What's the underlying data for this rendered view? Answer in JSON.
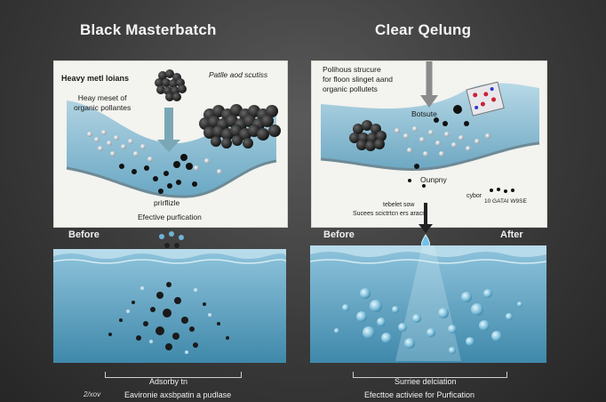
{
  "left": {
    "title": "Black Masterbatch",
    "labels": {
      "heavy_metal": "Heavy metl loians",
      "particle": "Patlle aod scutiss",
      "organic": "Heay meset of\norganic pollantes",
      "pri": "prirflizle",
      "effective": "Efective purfication"
    },
    "before": "Before",
    "caption1": "Adsorby tn",
    "caption2": "Eavironie axsbpatin a pudlase",
    "corner_mark": "2/xov"
  },
  "right": {
    "title": "Clear Qelung",
    "labels": {
      "porous": "Polihous strucure\nfor floon slinget aand\norganic pollutets",
      "botsute": "Botsute",
      "ounpny": "Ounpny",
      "cybor": "cybor",
      "scale": "10 GATAI W9SE",
      "tebelet": "tebelet sow",
      "sucees": "Sucees scictrtcn ers aracn"
    },
    "before": "Before",
    "after": "After",
    "caption1": "Surriee delciation",
    "caption2": "Efecttoe activiee for Purfication"
  },
  "colors": {
    "background": "#3a3a3a",
    "water_top": "#8fc4dc",
    "water_bottom": "#3f88aa",
    "particle": "#1c1c1c"
  },
  "icons": [
    "down-arrow-icon",
    "water-droplet-icon",
    "carbon-cluster-icon"
  ]
}
